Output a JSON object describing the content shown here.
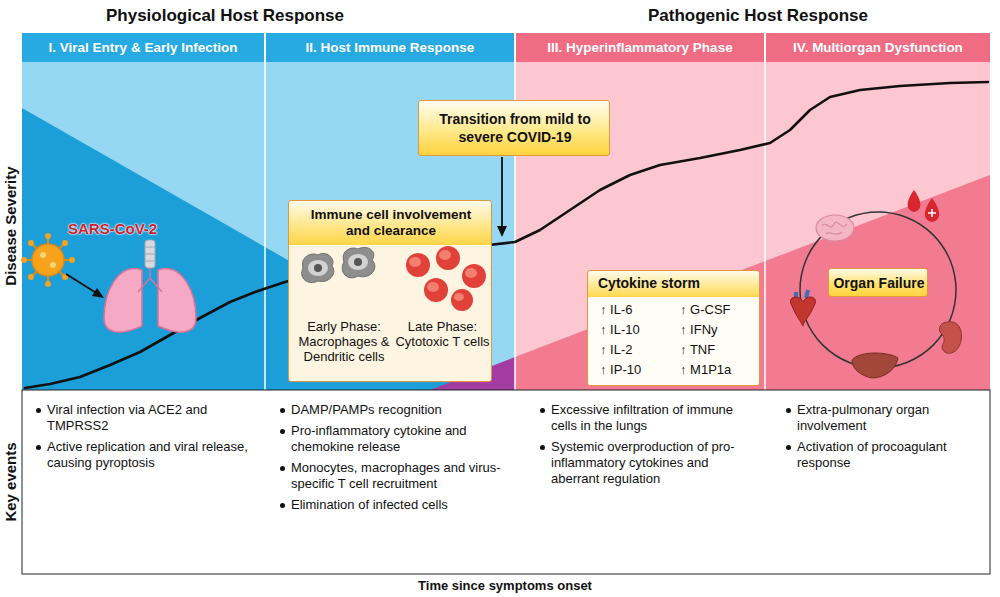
{
  "diagram": {
    "nodes": [
      {
        "text": [
          "I. Viral Entry & Early Infection"
        ]
      },
      {
        "text": [
          "II. Host Immune Response"
        ]
      },
      {
        "text": [
          "III. Hyperinflammatory Phase"
        ]
      },
      {
        "text": [
          "IV. Multiorgan Dysfunction"
        ]
      },
      {
        "text": [
          "Immune cell involvement and clearance",
          "Early Phase: Macrophages & Dendritic cells",
          "Late Phase: Cytotoxic T cells"
        ]
      },
      {
        "text": [
          "Transition from mild to severe COVID-19"
        ]
      },
      {
        "text": [
          "Cytokine storm",
          "↑ IL-6",
          "↑ IL-10",
          "↑ IL-2",
          "↑ IP-10",
          "↑ G-CSF",
          "↑ IFNy",
          "↑ TNF",
          "↑ M1P1a"
        ]
      },
      {
        "text": [
          "Organ Failure"
        ]
      }
    ],
    "labels": [
      "Physiological Host Response",
      "Pathogenic Host Response",
      "Disease Severity",
      "SARS-CoV-2",
      "Key events",
      "Viral infection via ACE2 and TMPRSS2",
      "Active replication and viral release, causing pyroptosis",
      "DAMP/PAMPs recognition",
      "Pro-inflammatory cytokine and chemokine release",
      "Monocytes, macrophages and virus-specific T cell recruitment",
      "Elimination of infected cells",
      "Excessive infiltration of immune cells in the lungs",
      "Systemic overproduction of pro-inflammatory cytokines and aberrant regulation",
      "Extra-pulmonary organ involvement",
      "Activation of procoagulant response",
      "Time since symptoms onset"
    ]
  }
}
